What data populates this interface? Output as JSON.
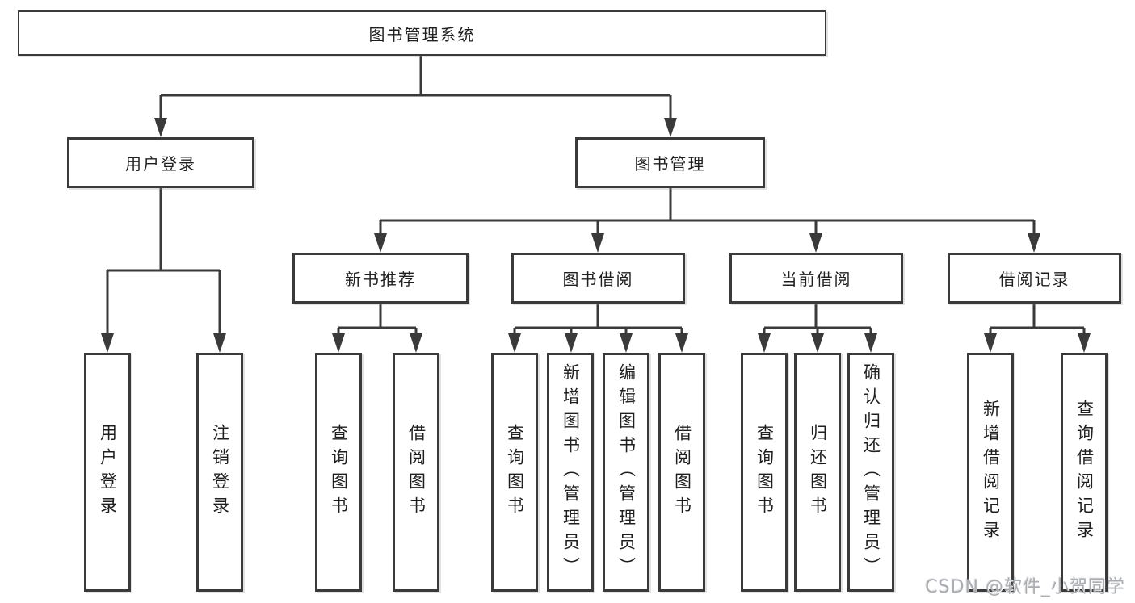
{
  "tree": {
    "root": "图书管理系统",
    "branches": [
      {
        "label": "用户登录",
        "children": [
          "用户登录",
          "注销登录"
        ]
      },
      {
        "label": "图书管理",
        "groups": [
          {
            "label": "新书推荐",
            "children": [
              "查询图书",
              "借阅图书"
            ]
          },
          {
            "label": "图书借阅",
            "children": [
              "查询图书",
              "新增图书（管理员）",
              "编辑图书（管理员）",
              "借阅图书"
            ]
          },
          {
            "label": "当前借阅",
            "children": [
              "查询图书",
              "归还图书",
              "确认归还（管理员）"
            ]
          },
          {
            "label": "借阅记录",
            "children": [
              "新增借阅记录",
              "查询借阅记录"
            ]
          }
        ]
      }
    ]
  },
  "watermark": "CSDN @软件_小贺同学",
  "colors": {
    "line": "#3a3a3a",
    "box_border": "#3a3a3a",
    "text": "#1f1f1f",
    "background": "#ffffff",
    "watermark": "#a9adb2"
  }
}
